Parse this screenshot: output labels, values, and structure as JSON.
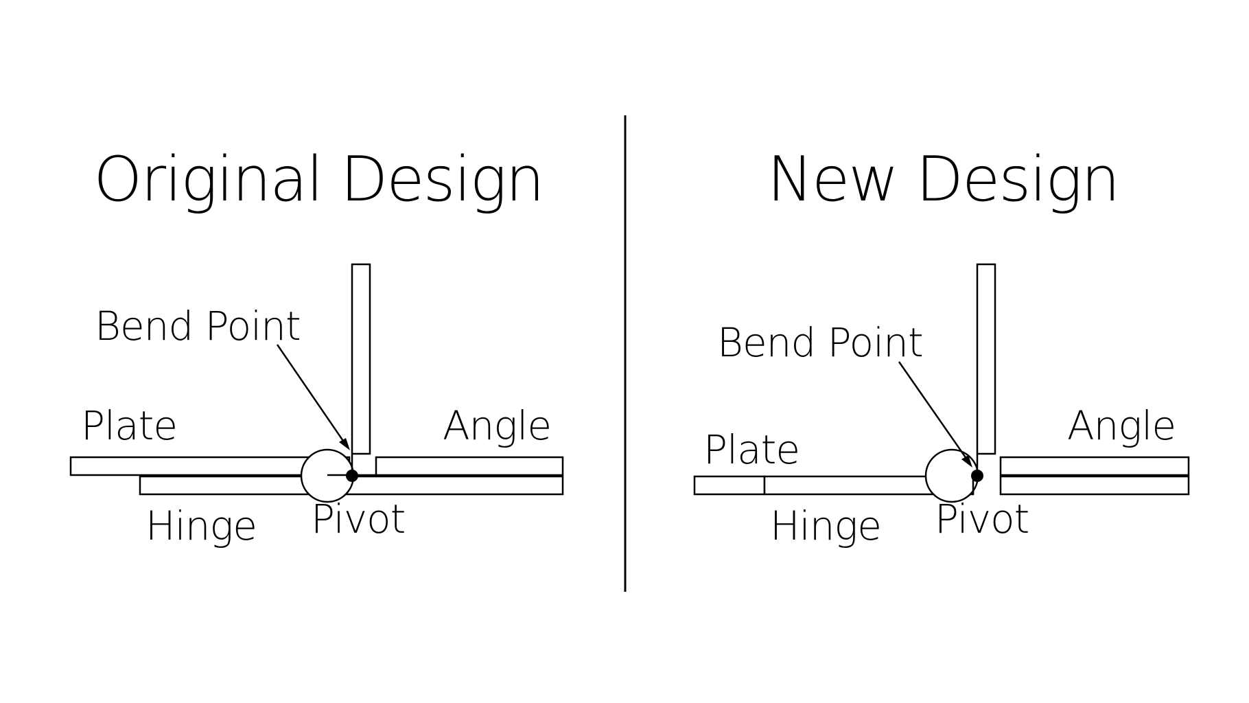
{
  "panels": {
    "original": {
      "title": "Original Design",
      "labels": {
        "bend_point": "Bend Point",
        "plate": "Plate",
        "angle": "Angle",
        "hinge": "Hinge",
        "pivot": "Pivot"
      }
    },
    "new": {
      "title": "New Design",
      "labels": {
        "bend_point": "Bend Point",
        "plate": "Plate",
        "angle": "Angle",
        "hinge": "Hinge",
        "pivot": "Pivot"
      }
    }
  },
  "colors": {
    "ink": "#000000",
    "background": "#ffffff"
  }
}
